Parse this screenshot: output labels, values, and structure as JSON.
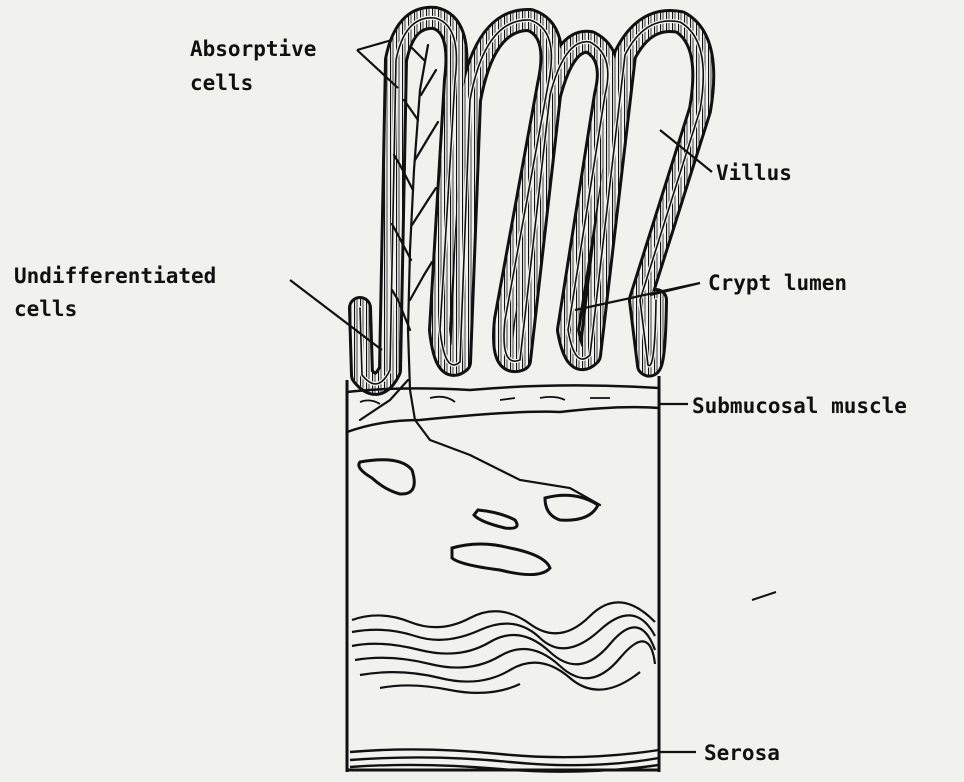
{
  "labels": {
    "absorptive_cells_line1": "Absorptive",
    "absorptive_cells_line2": "cells",
    "villus": "Villus",
    "undifferentiated_cells_line1": "Undifferentiated",
    "undifferentiated_cells_line2": "cells",
    "crypt_lumen": "Crypt lumen",
    "submucosal_muscle": "Submucosal muscle",
    "serosa": "Serosa"
  },
  "colors": {
    "paper": "#f1f1ee",
    "ink": "#111111"
  }
}
